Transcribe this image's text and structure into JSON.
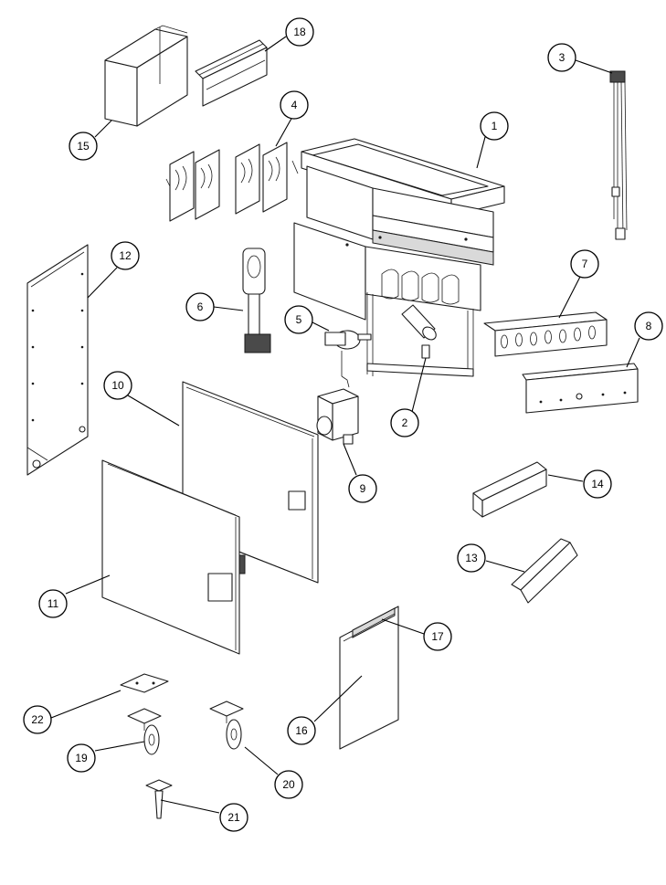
{
  "colors": {
    "line": "#1a1a1a",
    "background": "#ffffff",
    "shade": "#d9d9d9"
  },
  "callouts": [
    {
      "label": "1"
    },
    {
      "label": "2"
    },
    {
      "label": "3"
    },
    {
      "label": "4"
    },
    {
      "label": "5"
    },
    {
      "label": "6"
    },
    {
      "label": "7"
    },
    {
      "label": "8"
    },
    {
      "label": "9"
    },
    {
      "label": "10"
    },
    {
      "label": "11"
    },
    {
      "label": "12"
    },
    {
      "label": "13"
    },
    {
      "label": "14"
    },
    {
      "label": "15"
    },
    {
      "label": "16"
    },
    {
      "label": "17"
    },
    {
      "label": "18"
    },
    {
      "label": "19"
    },
    {
      "label": "20"
    },
    {
      "label": "21"
    },
    {
      "label": "22"
    }
  ]
}
